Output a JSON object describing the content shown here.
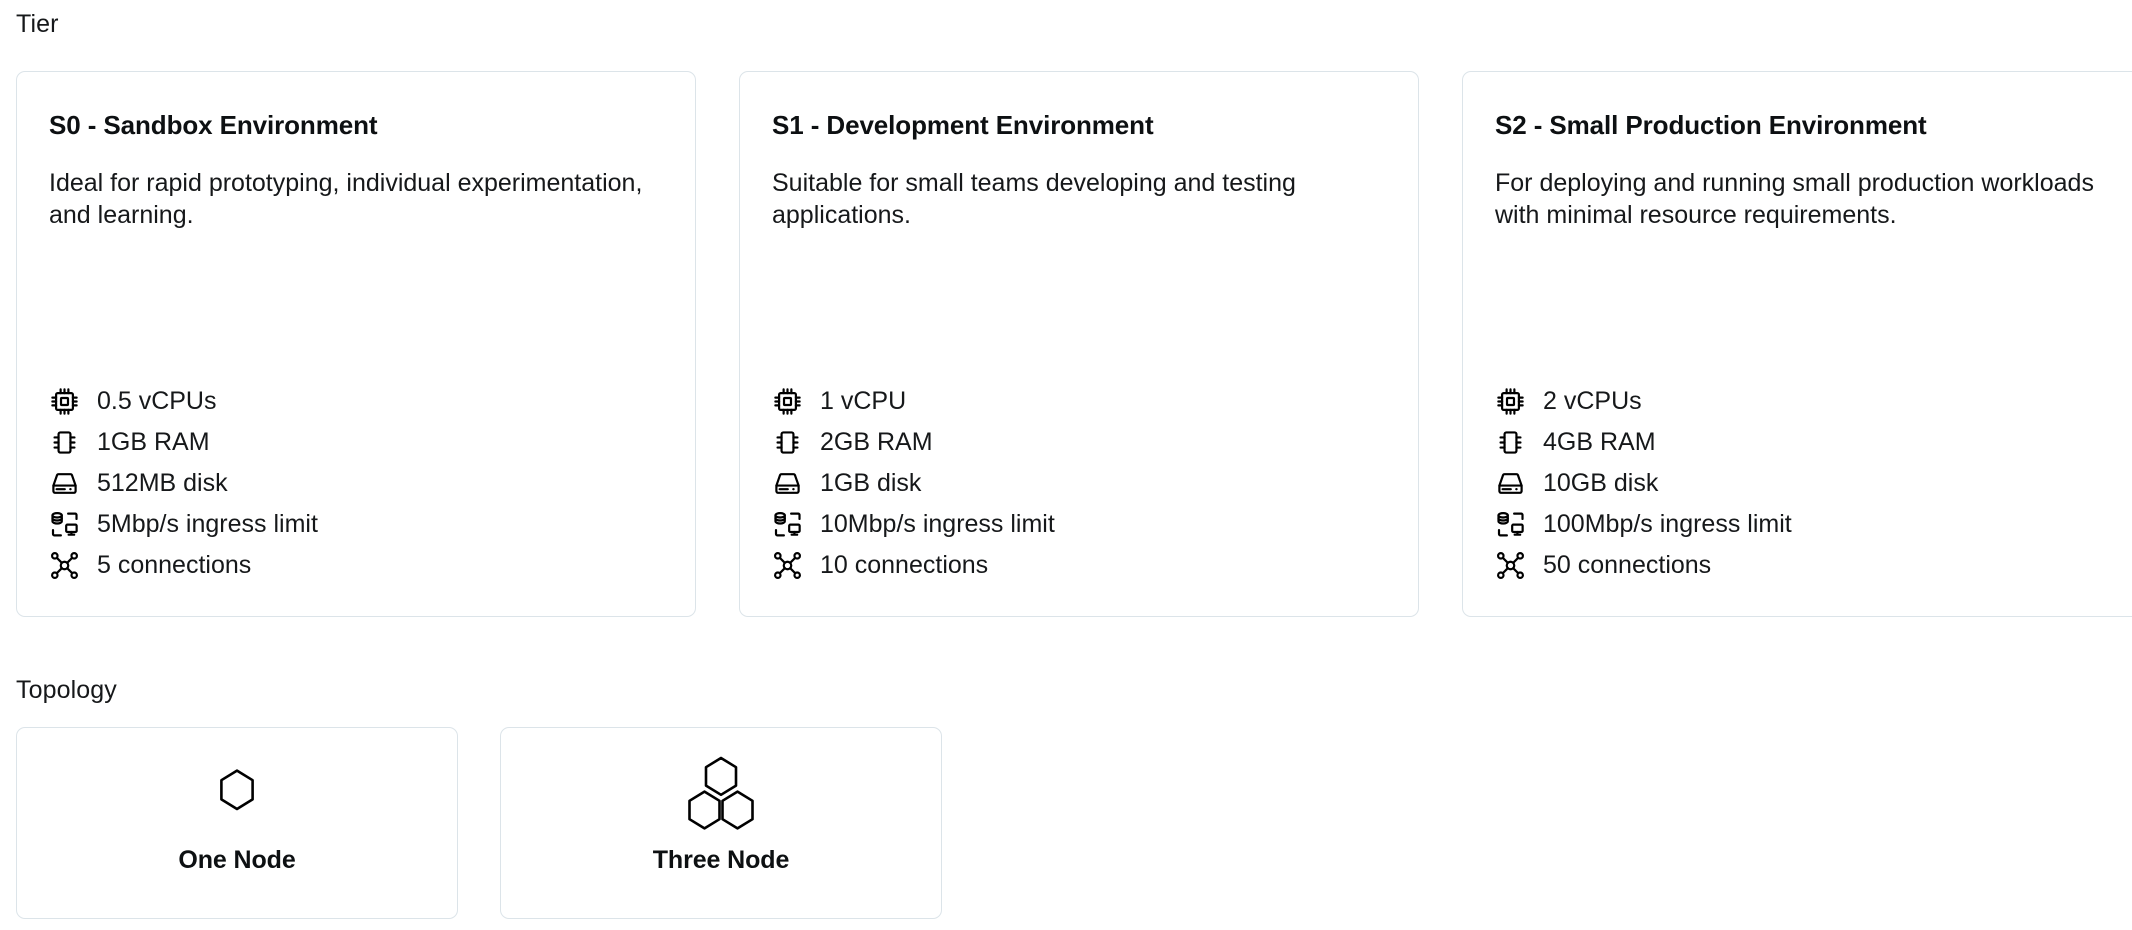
{
  "tier": {
    "label": "Tier",
    "cards": [
      {
        "title": "S0 - Sandbox Environment",
        "description": "Ideal for rapid prototyping, individual experimentation, and learning.",
        "specs": [
          {
            "icon": "cpu-icon",
            "text": "0.5 vCPUs"
          },
          {
            "icon": "memory-icon",
            "text": "1GB RAM"
          },
          {
            "icon": "hard-drive-icon",
            "text": "512MB disk"
          },
          {
            "icon": "data-transfer-icon",
            "text": "5Mbp/s ingress limit"
          },
          {
            "icon": "connections-icon",
            "text": "5 connections"
          }
        ]
      },
      {
        "title": "S1 - Development Environment",
        "description": "Suitable for small teams developing and testing applications.",
        "specs": [
          {
            "icon": "cpu-icon",
            "text": "1 vCPU"
          },
          {
            "icon": "memory-icon",
            "text": "2GB RAM"
          },
          {
            "icon": "hard-drive-icon",
            "text": "1GB disk"
          },
          {
            "icon": "data-transfer-icon",
            "text": "10Mbp/s ingress limit"
          },
          {
            "icon": "connections-icon",
            "text": "10 connections"
          }
        ]
      },
      {
        "title": "S2 - Small Production Environment",
        "description": "For deploying and running small production workloads with minimal resource requirements.",
        "specs": [
          {
            "icon": "cpu-icon",
            "text": "2 vCPUs"
          },
          {
            "icon": "memory-icon",
            "text": "4GB RAM"
          },
          {
            "icon": "hard-drive-icon",
            "text": "10GB disk"
          },
          {
            "icon": "data-transfer-icon",
            "text": "100Mbp/s ingress limit"
          },
          {
            "icon": "connections-icon",
            "text": "50 connections"
          }
        ]
      }
    ]
  },
  "topology": {
    "label": "Topology",
    "options": [
      {
        "icon": "one-hexagon-icon",
        "label": "One Node"
      },
      {
        "icon": "three-hexagon-icon",
        "label": "Three Node"
      }
    ]
  },
  "colors": {
    "card_border": "#dce4e9",
    "text": "#16181a",
    "heading": "#0d1012",
    "background": "#ffffff",
    "icon": "#000000"
  }
}
